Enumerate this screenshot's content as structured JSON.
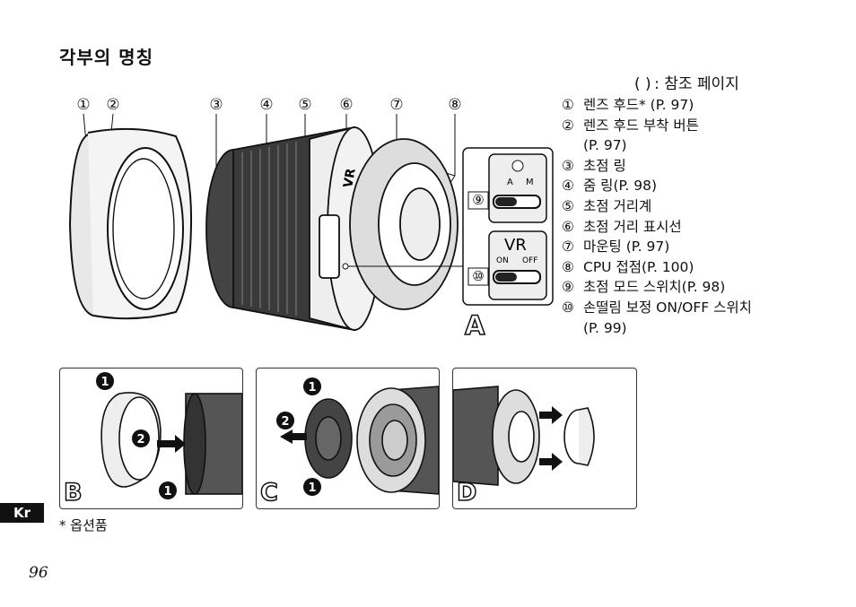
{
  "page_title": "각부의 명칭",
  "reference_note": "(     ) : 참조 페이지",
  "callout_numbers": [
    "①",
    "②",
    "③",
    "④",
    "⑤",
    "⑥",
    "⑦",
    "⑧"
  ],
  "switch_callouts": [
    "⑨",
    "⑩"
  ],
  "switch_labels": {
    "focus_a": "A",
    "focus_m": "M",
    "vr": "VR",
    "on": "ON",
    "off": "OFF"
  },
  "parts": [
    {
      "num": "①",
      "text": "렌즈 후드* (P. 97)"
    },
    {
      "num": "②",
      "text": "렌즈 후드 부착 버튼",
      "cont": "(P. 97)"
    },
    {
      "num": "③",
      "text": "초점 링"
    },
    {
      "num": "④",
      "text": "줌 링(P. 98)"
    },
    {
      "num": "⑤",
      "text": "초점 거리계"
    },
    {
      "num": "⑥",
      "text": "초점 거리 표시선"
    },
    {
      "num": "⑦",
      "text": "마운팅 (P. 97)"
    },
    {
      "num": "⑧",
      "text": "CPU 접점(P. 100)"
    },
    {
      "num": "⑨",
      "text": "초점 모드 스위치(P. 98)"
    },
    {
      "num": "⑩",
      "text": "손떨림 보정 ON/OFF 스위치",
      "cont": "(P. 99)"
    }
  ],
  "figure_labels": {
    "a": "A",
    "b": "B",
    "c": "C",
    "d": "D"
  },
  "step_markers": {
    "one": "1",
    "two": "2"
  },
  "lang_tab": "Kr",
  "footnote": "* 옵션품",
  "page_number": "96"
}
